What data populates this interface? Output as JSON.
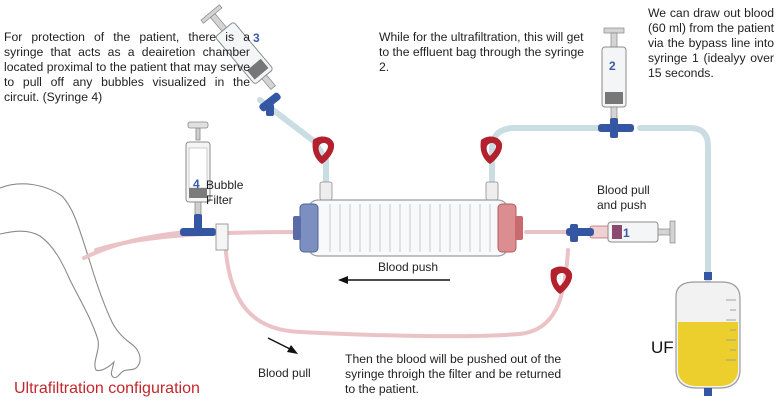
{
  "title": "Ultrafiltration configuration",
  "notes": {
    "protection": "For protection of the patient, there is a syringe that acts as a deairetion chamber located proximal to the patient that may serve to pull off any bubbles visualized in the circuit. (Syringe 4)",
    "ultrafiltration": "While for the ultrafiltration, this will get to the effluent bag through the syringe 2.",
    "draw_out": "We can draw out blood (60 ml) from the patient via the bypass line into syringe 1 (idealyy over 15 seconds.",
    "pushed_out": "Then the blood will be pushed out of the syringe throigh the filter and be returned to the patient."
  },
  "labels": {
    "bubble_filter": "Bubble Filter",
    "blood_pull_push": "Blood pull and push",
    "blood_push": "Blood push",
    "blood_pull": "Blood pull",
    "uf": "UF"
  },
  "syringe_numbers": {
    "s1": "1",
    "s2": "2",
    "s3": "3",
    "s4": "4"
  },
  "colors": {
    "title": "#c2282c",
    "syringe_number": "#3a5ca8",
    "blood_line": "#e8b8bc",
    "effluent_line": "#c8dce2",
    "clamp": "#b5202e",
    "filter_blue_cap": "#6f82b8",
    "filter_red_cap": "#d27a7e",
    "effluent": "#ecd02a"
  }
}
